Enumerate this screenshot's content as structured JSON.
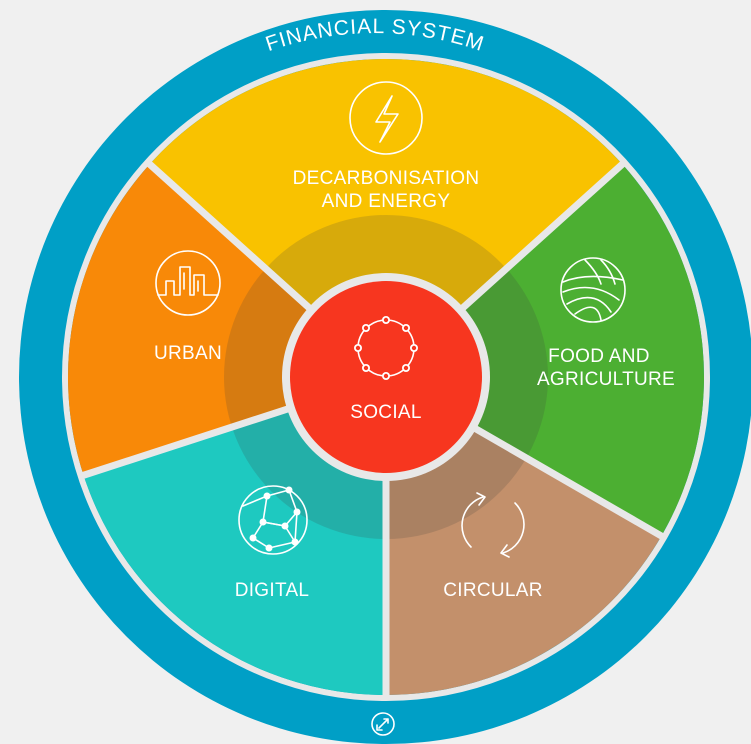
{
  "ring": {
    "label": "FINANCIAL SYSTEM",
    "color": "#009fc6"
  },
  "center": {
    "label": "SOCIAL",
    "color": "#f7361f",
    "icon": "social-network-icon"
  },
  "segments": [
    {
      "key": "decarbonisation",
      "line1": "DECARBONISATION",
      "line2": "AND ENERGY",
      "color": "#f9c200",
      "icon": "lightning-icon"
    },
    {
      "key": "food",
      "line1": "FOOD AND",
      "line2": "AGRICULTURE",
      "color": "#4caf32",
      "icon": "fields-icon"
    },
    {
      "key": "circular",
      "line1": "CIRCULAR",
      "line2": "",
      "color": "#c3906b",
      "icon": "recycle-arrows-icon"
    },
    {
      "key": "digital",
      "line1": "DIGITAL",
      "line2": "",
      "color": "#1ec9c0",
      "icon": "network-globe-icon"
    },
    {
      "key": "urban",
      "line1": "URBAN",
      "line2": "",
      "color": "#f88908",
      "icon": "city-buildings-icon"
    }
  ],
  "bottom_icon": "exchange-arrows-icon"
}
